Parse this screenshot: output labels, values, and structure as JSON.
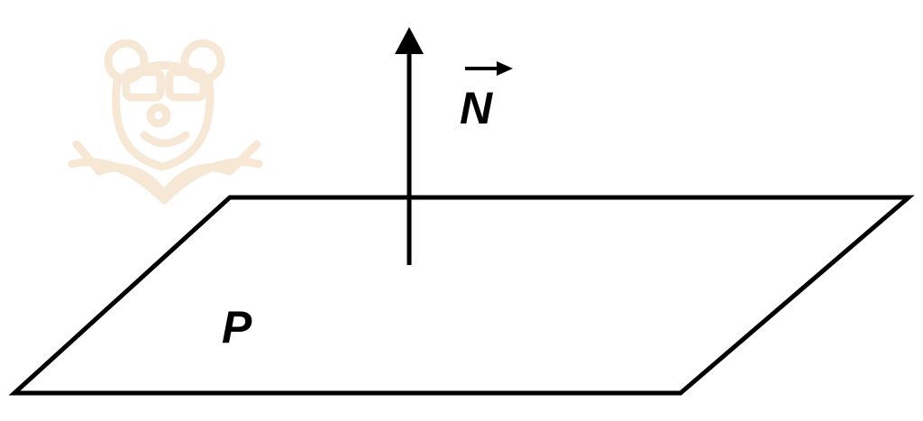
{
  "diagram": {
    "plane_label": "P",
    "vector_label": "N",
    "watermark_icon": "bear-with-glasses-book-logo",
    "colors": {
      "ink": "#000000",
      "watermark": "#f6e3c8",
      "background": "#ffffff"
    }
  }
}
